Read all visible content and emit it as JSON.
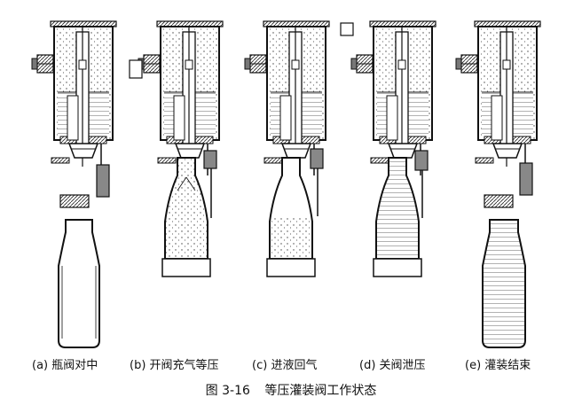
{
  "stages": [
    {
      "letter": "(a)",
      "label": "瓶阀对中"
    },
    {
      "letter": "(b)",
      "label": "开阀充气等压"
    },
    {
      "letter": "(c)",
      "label": "进液回气"
    },
    {
      "letter": "(d)",
      "label": "关阀泄压"
    },
    {
      "letter": "(e)",
      "label": "灌装结束"
    }
  ],
  "caption": {
    "number": "图 3-16",
    "title": "等压灌装阀工作状态"
  },
  "colors": {
    "ink": "#111111",
    "paper": "#ffffff",
    "liquid_dot": "#555555",
    "shade": "#777777"
  }
}
